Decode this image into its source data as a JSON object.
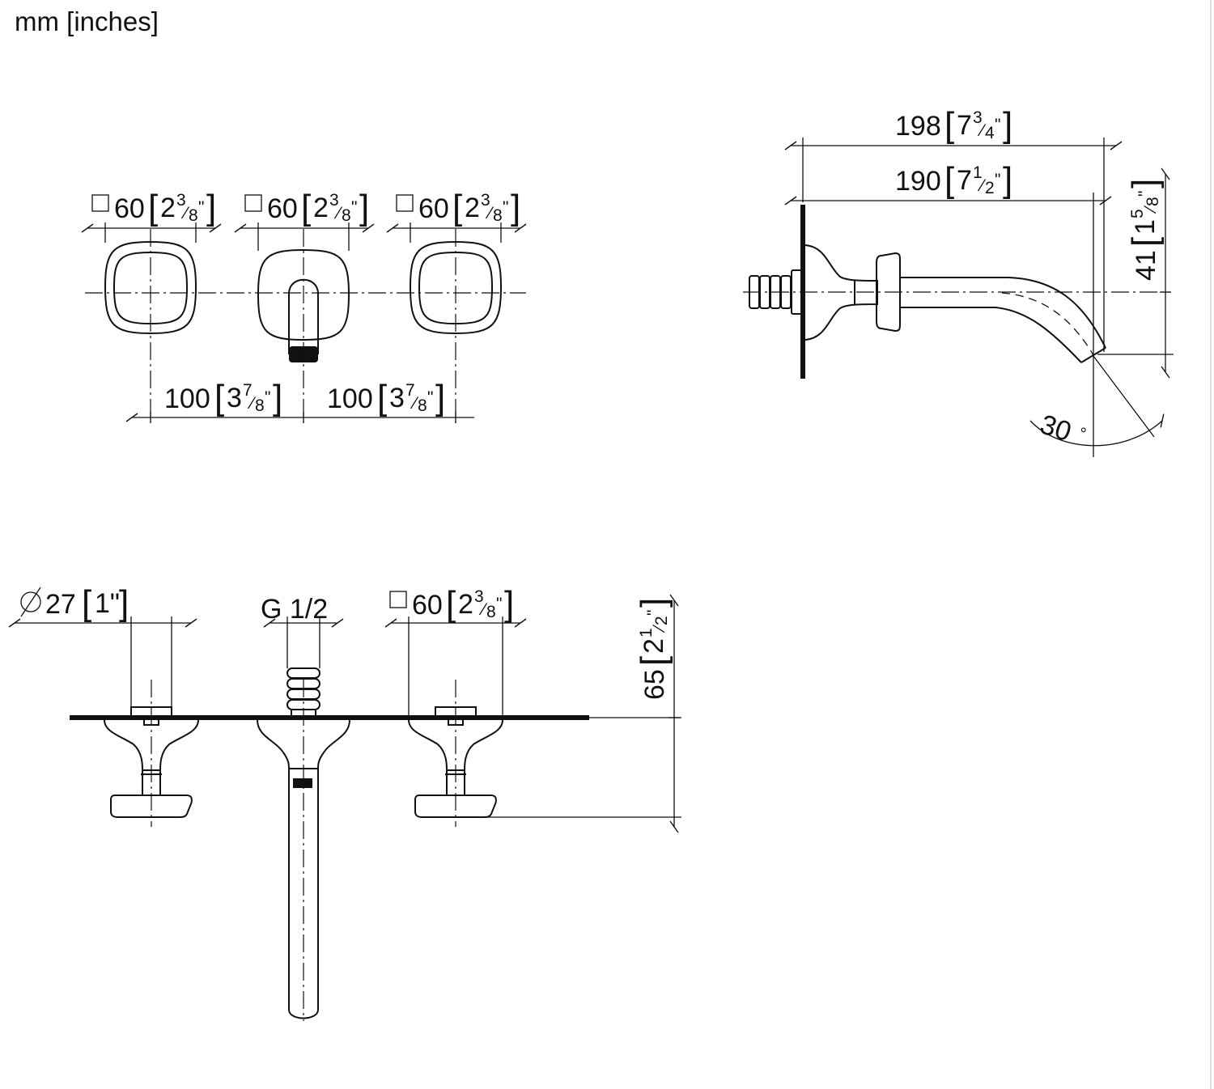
{
  "units_label": "mm [inches]",
  "front_view": {
    "square_left": {
      "mm": "60",
      "whole": "2",
      "num": "3",
      "den": "8"
    },
    "square_center": {
      "mm": "60",
      "whole": "2",
      "num": "3",
      "den": "8"
    },
    "square_right": {
      "mm": "60",
      "whole": "2",
      "num": "3",
      "den": "8"
    },
    "spacing_left": {
      "mm": "100",
      "whole": "3",
      "num": "7",
      "den": "8"
    },
    "spacing_right": {
      "mm": "100",
      "whole": "3",
      "num": "7",
      "den": "8"
    }
  },
  "side_view": {
    "length_total": {
      "mm": "198",
      "whole": "7",
      "num": "3",
      "den": "4"
    },
    "length_spout": {
      "mm": "190",
      "whole": "7",
      "num": "1",
      "den": "2"
    },
    "height_drop": {
      "mm": "41",
      "whole": "1",
      "num": "5",
      "den": "8"
    },
    "angle": {
      "value": "30",
      "unit": "°"
    }
  },
  "top_view": {
    "handle_diameter": {
      "mm": "27",
      "inch": "1\""
    },
    "thread": "G 1/2",
    "square": {
      "mm": "60",
      "whole": "2",
      "num": "3",
      "den": "8"
    },
    "depth": {
      "mm": "65",
      "whole": "2",
      "num": "1",
      "den": "2"
    }
  }
}
